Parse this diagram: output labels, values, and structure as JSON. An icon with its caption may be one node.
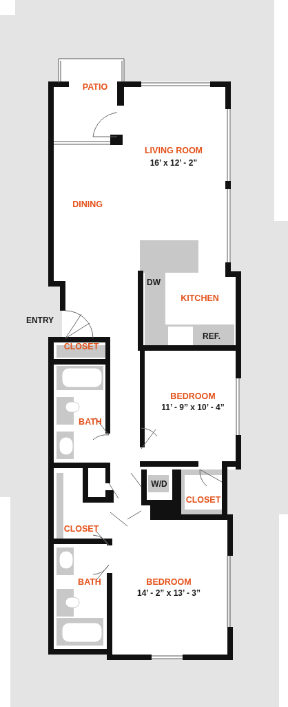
{
  "diagram": {
    "labels": [
      "PATIO",
      "LIVING ROOM",
      "16’ x 12’ - 2”",
      "DINING",
      "DW",
      "KITCHEN",
      "ENTRY",
      "REF.",
      "CLOSET",
      "BEDROOM",
      "11’ - 9” x 10’ - 4”",
      "BATH",
      "W/D",
      "CLOSET",
      "CLOSET",
      "BATH",
      "BEDROOM",
      "14’ - 2” x 13’ - 3”"
    ]
  }
}
